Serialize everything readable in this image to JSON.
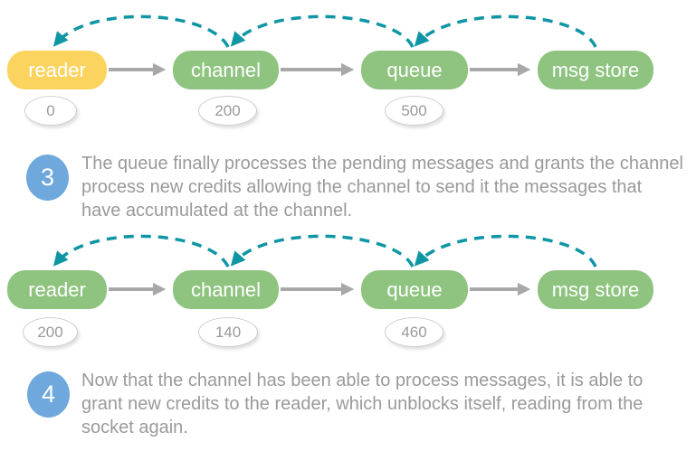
{
  "colors": {
    "node_yellow": "#fbd45f",
    "node_green": "#8ec47f",
    "credit_arrow_teal": "#0f96a4",
    "flow_arrow_gray": "#a8a8a8",
    "step_circle_blue": "#6fa8dc",
    "text_gray": "#9a9a9a",
    "badge_border": "#cfcfcf"
  },
  "diagrams": [
    {
      "nodes": [
        {
          "label": "reader",
          "credit": "0",
          "color": "yellow"
        },
        {
          "label": "channel",
          "credit": "200",
          "color": "green"
        },
        {
          "label": "queue",
          "credit": "500",
          "color": "green"
        },
        {
          "label": "msg store",
          "color": "green"
        }
      ]
    },
    {
      "nodes": [
        {
          "label": "reader",
          "credit": "200",
          "color": "green"
        },
        {
          "label": "channel",
          "credit": "140",
          "color": "green"
        },
        {
          "label": "queue",
          "credit": "460",
          "color": "green"
        },
        {
          "label": "msg store",
          "color": "green"
        }
      ]
    }
  ],
  "steps": [
    {
      "number": "3",
      "text": "The queue finally processes the pending messages and grants the channel process new credits allowing the channel to send it the messages that have accumulated at the channel."
    },
    {
      "number": "4",
      "text": "Now that the channel has been able to process messages, it is able to grant new credits to the reader, which unblocks itself, reading from the socket again."
    }
  ]
}
